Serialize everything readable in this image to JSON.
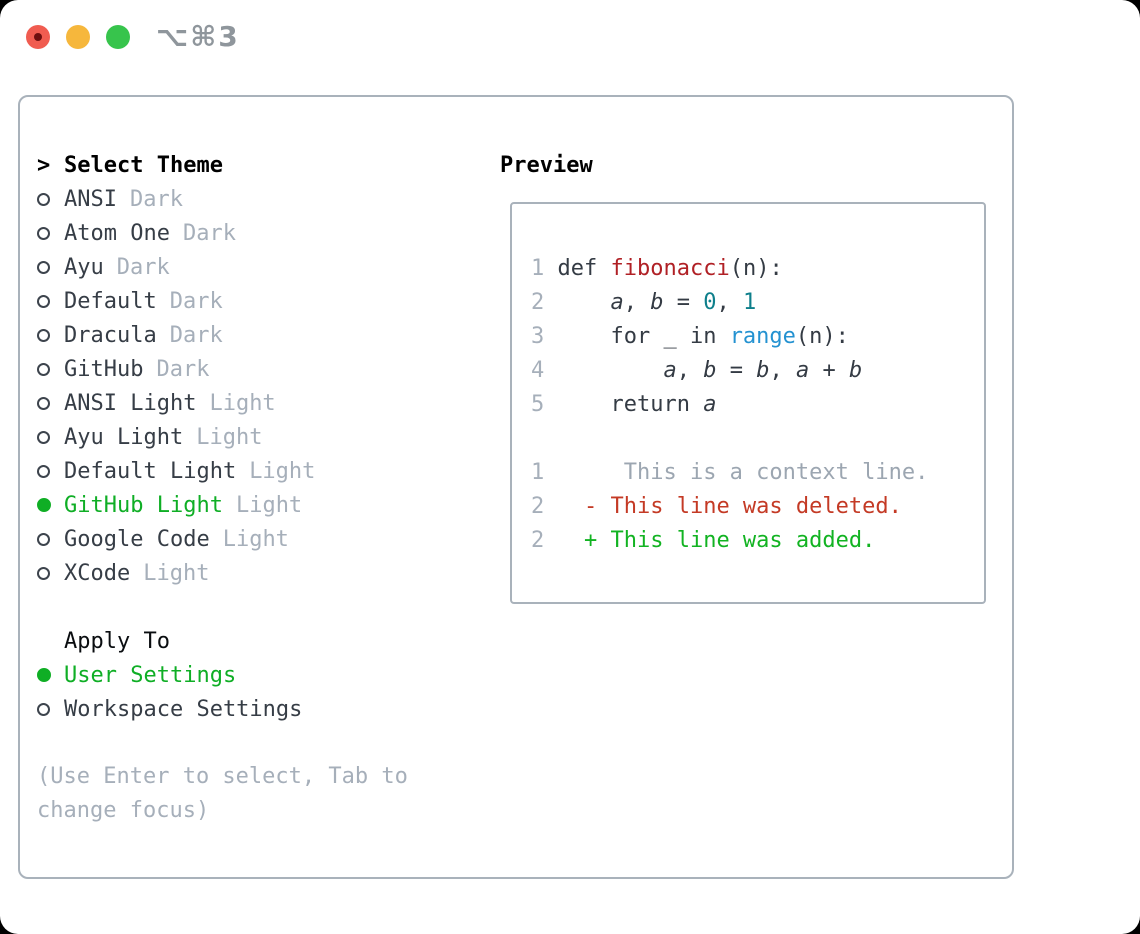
{
  "window": {
    "title_shortcut": "⌥⌘3"
  },
  "colors": {
    "accent_green": "#0fae25",
    "diff_add_green": "#12b322",
    "diff_del_red": "#c43a25",
    "function_red": "#b02025",
    "number_teal": "#0e7f8b",
    "builtin_blue": "#2492d1",
    "muted_gray": "#a6afba",
    "panel_border": "#a9b2bb",
    "traffic_red": "#f05c50",
    "traffic_yellow": "#f6b73c",
    "traffic_green": "#37c44c"
  },
  "theme_picker": {
    "prompt": ">",
    "header": "Select Theme",
    "themes": [
      {
        "name": "ANSI",
        "variant": "Dark",
        "selected": false
      },
      {
        "name": "Atom One",
        "variant": "Dark",
        "selected": false
      },
      {
        "name": "Ayu",
        "variant": "Dark",
        "selected": false
      },
      {
        "name": "Default",
        "variant": "Dark",
        "selected": false
      },
      {
        "name": "Dracula",
        "variant": "Dark",
        "selected": false
      },
      {
        "name": "GitHub",
        "variant": "Dark",
        "selected": false
      },
      {
        "name": "ANSI Light",
        "variant": "Light",
        "selected": false
      },
      {
        "name": "Ayu Light",
        "variant": "Light",
        "selected": false
      },
      {
        "name": "Default Light",
        "variant": "Light",
        "selected": false
      },
      {
        "name": "GitHub Light",
        "variant": "Light",
        "selected": true
      },
      {
        "name": "Google Code",
        "variant": "Light",
        "selected": false
      },
      {
        "name": "XCode",
        "variant": "Light",
        "selected": false
      }
    ],
    "apply_to": {
      "header": "Apply To",
      "options": [
        {
          "label": "User Settings",
          "selected": true
        },
        {
          "label": "Workspace Settings",
          "selected": false
        }
      ]
    },
    "hint": "(Use Enter to select, Tab to change focus)"
  },
  "preview": {
    "header": "Preview",
    "lines": [
      [],
      [
        [
          "lno",
          "1 "
        ],
        [
          "plain",
          "def "
        ],
        [
          "func",
          "fibonacci"
        ],
        [
          "plain",
          "(n):"
        ]
      ],
      [
        [
          "lno",
          "2 "
        ],
        [
          "plain",
          "    "
        ],
        [
          "ital",
          "a"
        ],
        [
          "plain",
          ", "
        ],
        [
          "ital",
          "b"
        ],
        [
          "plain",
          " = "
        ],
        [
          "num",
          "0"
        ],
        [
          "plain",
          ", "
        ],
        [
          "num",
          "1"
        ]
      ],
      [
        [
          "lno",
          "3 "
        ],
        [
          "plain",
          "    for _ in "
        ],
        [
          "builtin",
          "range"
        ],
        [
          "plain",
          "(n):"
        ]
      ],
      [
        [
          "lno",
          "4 "
        ],
        [
          "plain",
          "        "
        ],
        [
          "ital",
          "a"
        ],
        [
          "plain",
          ", "
        ],
        [
          "ital",
          "b"
        ],
        [
          "plain",
          " = "
        ],
        [
          "ital",
          "b"
        ],
        [
          "plain",
          ", "
        ],
        [
          "ital",
          "a"
        ],
        [
          "plain",
          " + "
        ],
        [
          "ital",
          "b"
        ]
      ],
      [
        [
          "lno",
          "5 "
        ],
        [
          "plain",
          "    return "
        ],
        [
          "ital",
          "a"
        ]
      ],
      [],
      [
        [
          "lno",
          "1 "
        ],
        [
          "ctx",
          "     This is a context line."
        ]
      ],
      [
        [
          "lno",
          "2 "
        ],
        [
          "del",
          "  - This line was deleted."
        ]
      ],
      [
        [
          "lno",
          "2 "
        ],
        [
          "add",
          "  + This line was added."
        ]
      ]
    ]
  }
}
